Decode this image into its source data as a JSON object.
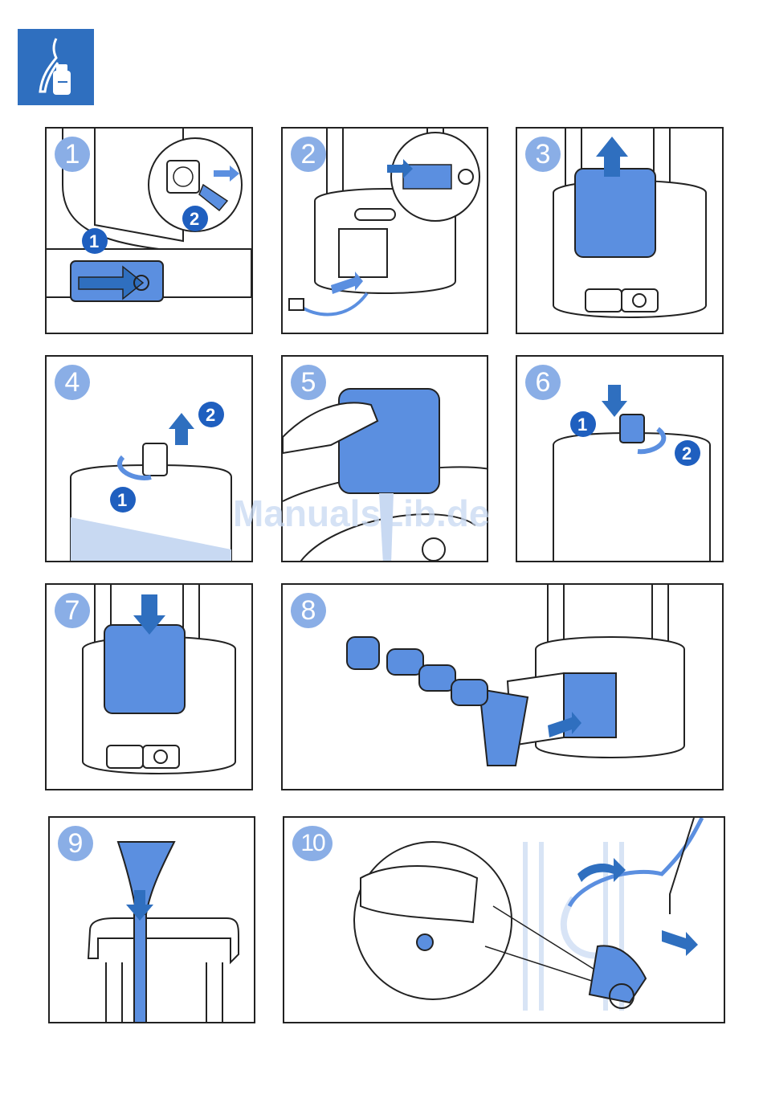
{
  "header": {
    "icon": "steamer-descale-icon",
    "color": "#2f6fbf"
  },
  "watermark": "ManualsLib.de",
  "colors": {
    "accent": "#5b8fe0",
    "badge": "#8aaee6",
    "badge_dark": "#1f5fbf"
  },
  "steps": [
    {
      "number": "1",
      "sub": [
        "1",
        "2"
      ],
      "icons": [
        "plug-icon",
        "power-icon"
      ]
    },
    {
      "number": "2",
      "icons": [
        "steam-icon",
        "descale-knob-icon",
        "plug-icon"
      ]
    },
    {
      "number": "3",
      "icons": [
        "arrow-up-icon",
        "steam-icon",
        "power-icon"
      ]
    },
    {
      "number": "4",
      "sub": [
        "1",
        "2"
      ],
      "icons": [
        "rotate-icon",
        "arrow-up-icon"
      ]
    },
    {
      "number": "5",
      "icons": [
        "hand-icon",
        "water-tank-icon"
      ]
    },
    {
      "number": "6",
      "sub": [
        "1",
        "2"
      ],
      "icons": [
        "arrow-down-icon",
        "rotate-icon"
      ]
    },
    {
      "number": "7",
      "icons": [
        "arrow-down-icon",
        "steam-icon",
        "power-icon"
      ]
    },
    {
      "number": "8",
      "icons": [
        "accessories-icon",
        "arrow-right-icon"
      ]
    },
    {
      "number": "9",
      "icons": [
        "arrow-down-icon",
        "nozzle-icon"
      ]
    },
    {
      "number": "10",
      "icons": [
        "arrow-right-icon",
        "hose-icon",
        "hand-icon"
      ]
    }
  ]
}
